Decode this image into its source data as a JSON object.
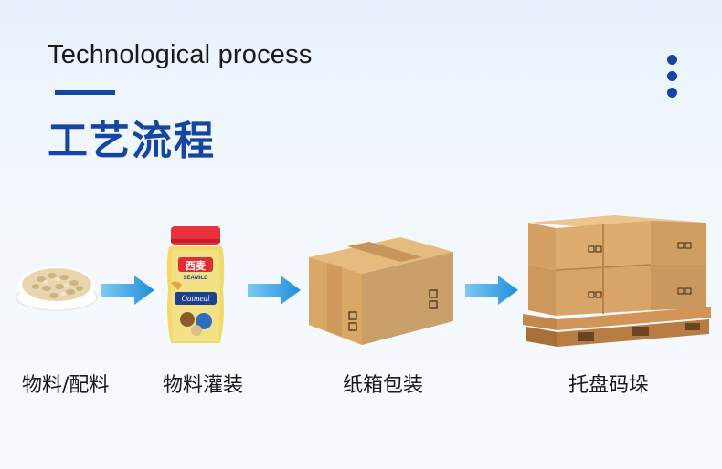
{
  "header": {
    "title_en": "Technological process",
    "title_cn": "工艺流程"
  },
  "steps": [
    {
      "label": "物料/配料",
      "icon": "oat-bowl-icon"
    },
    {
      "label": "物料灌装",
      "icon": "oatmeal-jar-icon"
    },
    {
      "label": "纸箱包装",
      "icon": "cardboard-box-icon"
    },
    {
      "label": "托盘码垛",
      "icon": "palletized-boxes-icon"
    }
  ],
  "product": {
    "brand_cn": "西麦",
    "brand_en": "SEAMILD",
    "name_en": "Oatmeal"
  },
  "colors": {
    "brand_blue": "#1446a0",
    "arrow_blue": "#2a9de0",
    "cardboard": "#d8a86a"
  }
}
